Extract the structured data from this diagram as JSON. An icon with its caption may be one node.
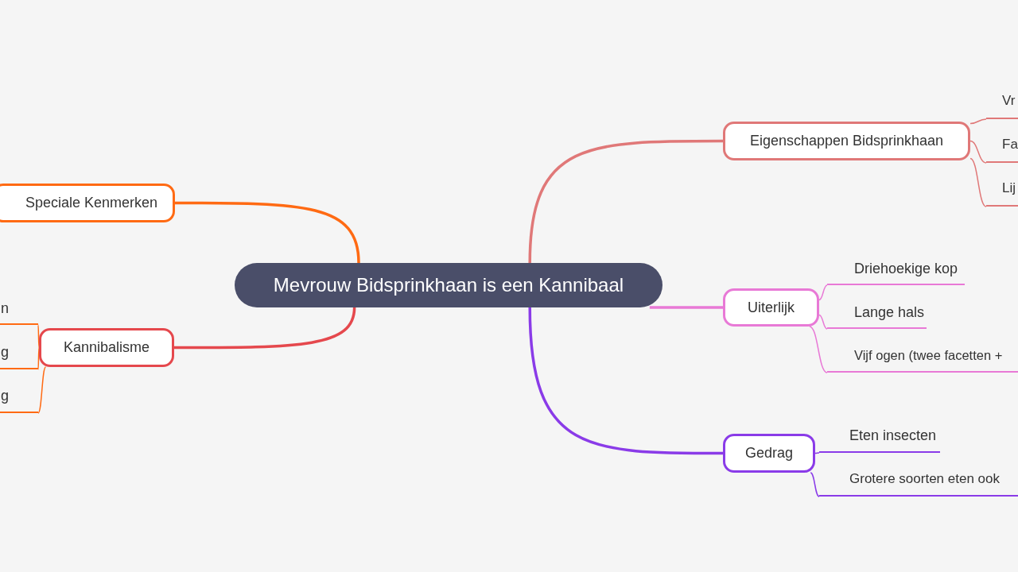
{
  "diagram": {
    "nodes": [
      {
        "text": [
          "Mevrouw Bidsprinkhaan is een Kannibaal"
        ]
      },
      {
        "text": [
          "Eigenschappen Bidsprinkhaan"
        ]
      },
      {
        "text": [
          "Vr"
        ]
      },
      {
        "text": [
          "Fa"
        ]
      },
      {
        "text": [
          "Lij"
        ]
      },
      {
        "text": [
          "Uiterlijk"
        ]
      },
      {
        "text": [
          "Driehoekige kop"
        ]
      },
      {
        "text": [
          "Lange hals"
        ]
      },
      {
        "text": [
          "Vijf ogen (twee facetten +"
        ]
      },
      {
        "text": [
          "Gedrag"
        ]
      },
      {
        "text": [
          "Eten insecten"
        ]
      },
      {
        "text": [
          "Grotere soorten eten ook"
        ]
      },
      {
        "text": [
          "Speciale Kenmerken"
        ]
      },
      {
        "text": [
          "Kannibalisme"
        ]
      },
      {
        "text": [
          "n"
        ]
      },
      {
        "text": [
          "g"
        ]
      },
      {
        "text": [
          "g"
        ]
      }
    ],
    "edges": [
      {
        "from": 0,
        "to": 1,
        "arrow": "none",
        "style": "thick",
        "color": "#e07878"
      },
      {
        "from": 0,
        "to": 5,
        "arrow": "none",
        "style": "thick",
        "color": "#e879d6"
      },
      {
        "from": 0,
        "to": 9,
        "arrow": "none",
        "style": "thick",
        "color": "#8a3be8"
      },
      {
        "from": 0,
        "to": 12,
        "arrow": "none",
        "style": "thick",
        "color": "#ff6a13"
      },
      {
        "from": 0,
        "to": 13,
        "arrow": "none",
        "style": "thick",
        "color": "#e5484d"
      },
      {
        "from": 1,
        "to": 2,
        "arrow": "none",
        "color": "#e07878"
      },
      {
        "from": 1,
        "to": 3,
        "arrow": "none",
        "color": "#e07878"
      },
      {
        "from": 1,
        "to": 4,
        "arrow": "none",
        "color": "#e07878"
      },
      {
        "from": 5,
        "to": 6,
        "arrow": "none",
        "color": "#e879d6"
      },
      {
        "from": 5,
        "to": 7,
        "arrow": "none",
        "color": "#e879d6"
      },
      {
        "from": 5,
        "to": 8,
        "arrow": "none",
        "color": "#e879d6"
      },
      {
        "from": 9,
        "to": 10,
        "arrow": "none",
        "color": "#8a3be8"
      },
      {
        "from": 9,
        "to": 11,
        "arrow": "none",
        "color": "#8a3be8"
      },
      {
        "from": 13,
        "to": 14,
        "arrow": "none",
        "color": "#ff6a13"
      },
      {
        "from": 13,
        "to": 15,
        "arrow": "none",
        "color": "#ff6a13"
      },
      {
        "from": 13,
        "to": 16,
        "arrow": "none",
        "color": "#ff6a13"
      }
    ]
  }
}
